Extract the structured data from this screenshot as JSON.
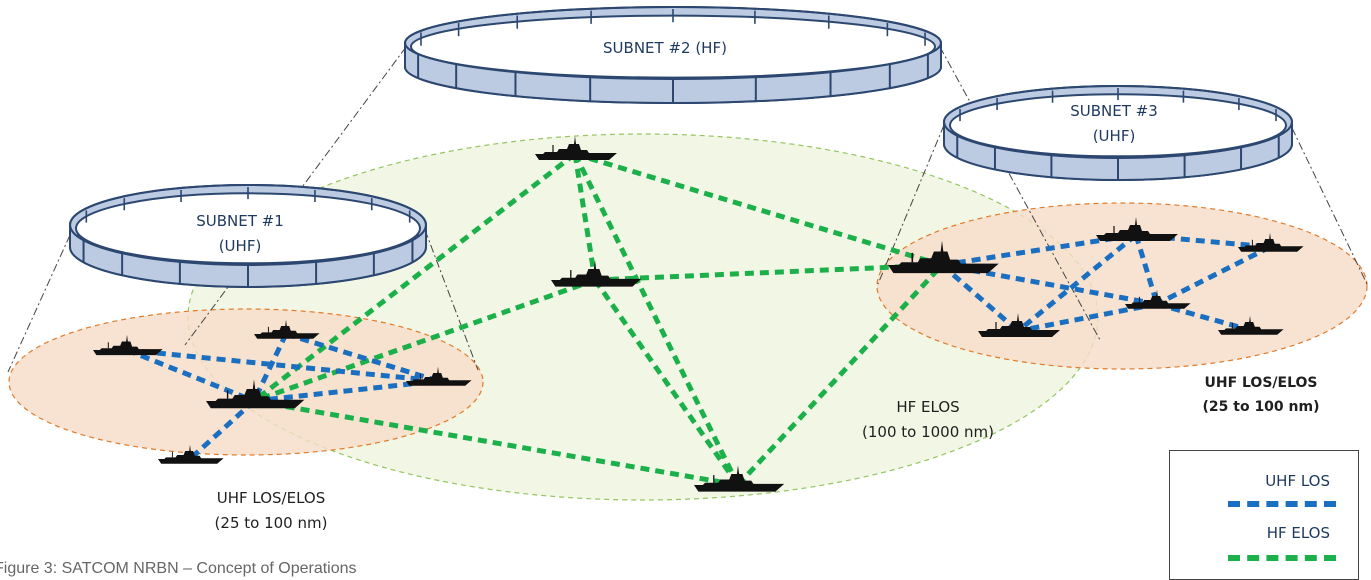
{
  "diagram": {
    "subnets": [
      {
        "id": "subnet1",
        "line1": "SUBNET #1",
        "line2": "(UHF)"
      },
      {
        "id": "subnet2",
        "line1": "SUBNET #2 (HF)",
        "line2": ""
      },
      {
        "id": "subnet3",
        "line1": "SUBNET #3",
        "line2": "(UHF)"
      }
    ],
    "regions": [
      {
        "id": "uhf-left",
        "line1": "UHF LOS/ELOS",
        "line2": "(25 to 100 nm)"
      },
      {
        "id": "hf-center",
        "line1": "HF ELOS",
        "line2": "(100 to 1000 nm)"
      },
      {
        "id": "uhf-right",
        "line1": "UHF LOS/ELOS",
        "line2": "(25 to 100 nm)"
      }
    ],
    "legend": [
      {
        "label": "UHF LOS",
        "color": "#1a6fc0"
      },
      {
        "label": "HF ELOS",
        "color": "#1cb04a"
      }
    ],
    "colors": {
      "uhf_region_fill": "#f7ddc8",
      "uhf_region_border": "#e07b2a",
      "hf_region_fill": "#eef4dc",
      "hf_region_border": "#93c560",
      "ring_fill": "#bccbe2",
      "ring_border": "#2c4770",
      "ship": "#111111"
    },
    "caption": "Figure 3: SATCOM NRBN – Concept of Operations"
  }
}
